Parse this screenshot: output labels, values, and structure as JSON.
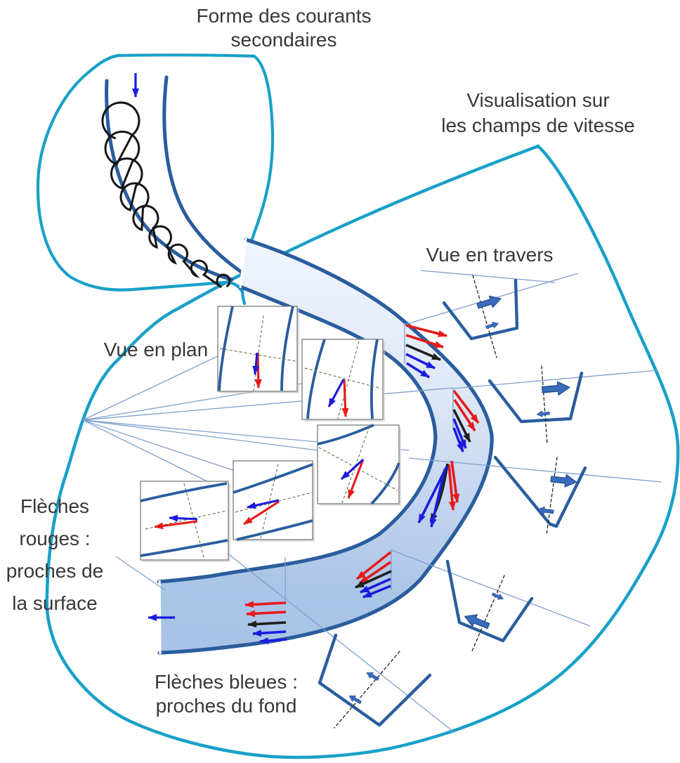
{
  "labels": {
    "title": {
      "line1": "Forme des courants",
      "line2": "secondaires"
    },
    "visualisation": {
      "line1": "Visualisation sur",
      "line2": "les champs de vitesse"
    },
    "cross_view": "Vue en travers",
    "plan_view": "Vue en plan",
    "red_legend": {
      "line1": "Flèches",
      "line2": "rouges :",
      "line3": "proches de",
      "line4": "la surface"
    },
    "blue_legend": {
      "line1": "Flèches bleues :",
      "line2": "proches du fond"
    }
  },
  "colors": {
    "outline_teal": "#18a0c8",
    "bank_blue": "#2a5d9e",
    "surface_arrow_red": "#e51a1a",
    "bottom_arrow_blue": "#1b1bdf",
    "mean_arrow_black": "#1f1f1f",
    "section_arrow_fill": "#3a6bbd",
    "river_fill_light": "#f1f5fc",
    "river_fill_dark": "#a9c3e6",
    "thin_line_blue": "#7f9fd0",
    "text": "#383838"
  }
}
